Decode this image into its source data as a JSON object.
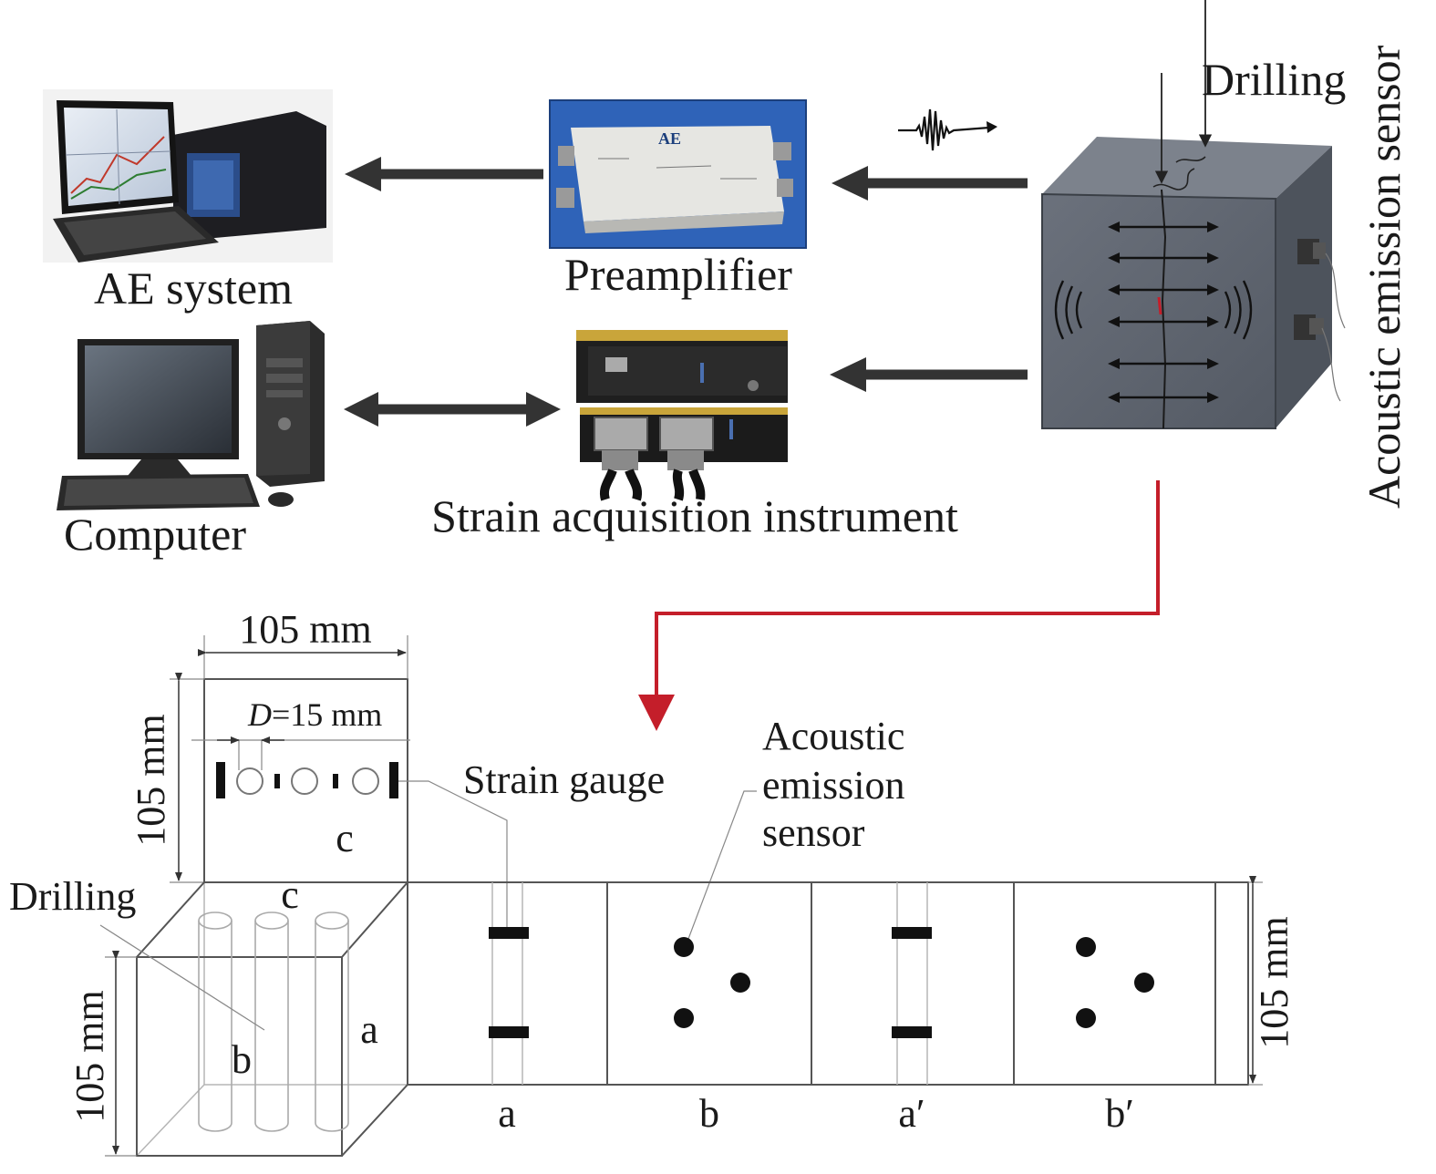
{
  "labels": {
    "ae_system": "AE system",
    "preamplifier": "Preamplifier",
    "computer": "Computer",
    "strain_acquisition": "Strain acquisition instrument",
    "drilling_top": "Drilling",
    "acoustic_emission_sensor_vertical": "Acoustic emission sensor",
    "dim_top": "105 mm",
    "dim_left": "105 mm",
    "dim_front_height": "105 mm",
    "dim_right": "105 mm",
    "diameter_var": "D",
    "diameter_value": "=15 mm",
    "strain_gauge": "Strain gauge",
    "ae_sensor_line1": "Acoustic",
    "ae_sensor_line2": "emission",
    "ae_sensor_line3": "sensor",
    "drilling_bottom": "Drilling",
    "face_c_top": "c",
    "face_c_cube": "c",
    "face_a_cube": "a",
    "face_b_cube": "b",
    "strip_a": "a",
    "strip_b": "b",
    "strip_a_prime": "a′",
    "strip_b_prime": "b′"
  },
  "colors": {
    "link_arrow": "#c41e2a",
    "dark_arrow": "#333333",
    "specimen_face": "#5d6470",
    "screen_blue": "#2f4f8f",
    "preamp_bg": "#2f63b8"
  },
  "icons": [
    "laptop-ae-system",
    "preamplifier-device",
    "desktop-computer",
    "strain-acquisition-device",
    "waveform-icon",
    "specimen-cube"
  ]
}
